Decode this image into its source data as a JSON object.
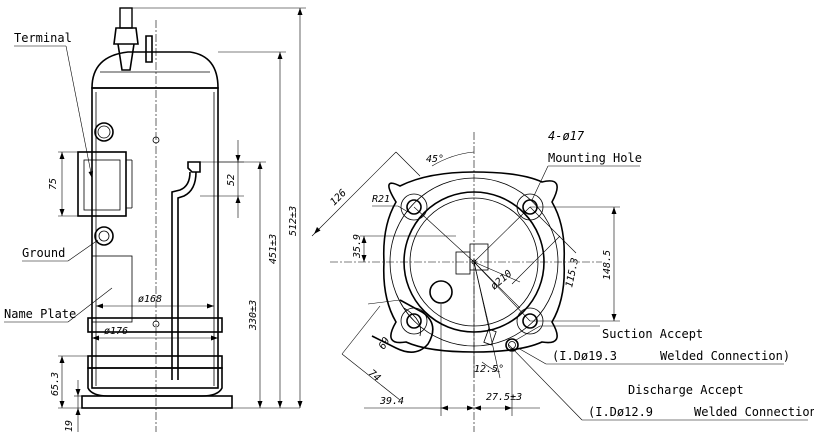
{
  "labels": {
    "terminal": "Terminal",
    "ground": "Ground",
    "name_plate": "Name Plate",
    "mounting_count": "4-ø17",
    "mounting_hole": "Mounting Hole",
    "suction_accept": "Suction Accept",
    "suction_id": "(I.Dø19.3",
    "suction_type": "Welded Connection)",
    "discharge_accept": "Discharge Accept",
    "discharge_id": "(I.Dø12.9",
    "discharge_type": "Welded Connection)"
  },
  "dimensions": {
    "d75": "75",
    "d52": "52",
    "d168": "ø168",
    "d176": "ø176",
    "d65": "65.3",
    "d19": "19",
    "d330": "330±3",
    "d451": "451±3",
    "d512": "512±3",
    "d45deg": "45°",
    "d126": "126",
    "r21": "R21",
    "d35": "35.9",
    "d210": "ø210",
    "d115": "115.3",
    "d148": "148.5",
    "d69": "69",
    "d74": "74",
    "d12": "12.5°",
    "d39": "39.4",
    "d27": "27.5±3"
  }
}
